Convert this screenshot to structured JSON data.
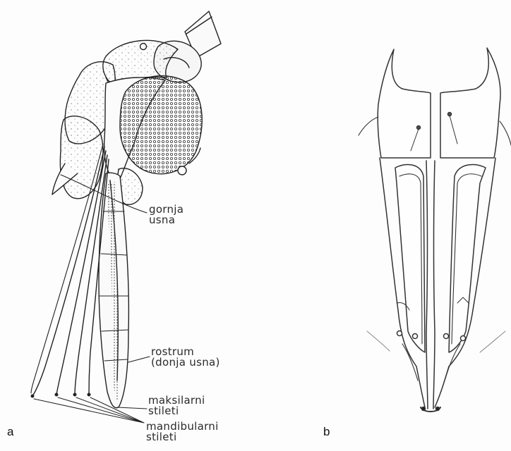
{
  "figure": {
    "panel_a": {
      "letter": "a",
      "labels": {
        "upper_lip": "gornja\nusna",
        "rostrum": "rostrum\n(donja usna)",
        "maxillary_stylets": "maksilarni\nstileti",
        "mandibular_stylets": "mandibularni\nstileti"
      }
    },
    "panel_b": {
      "letter": "b"
    }
  }
}
